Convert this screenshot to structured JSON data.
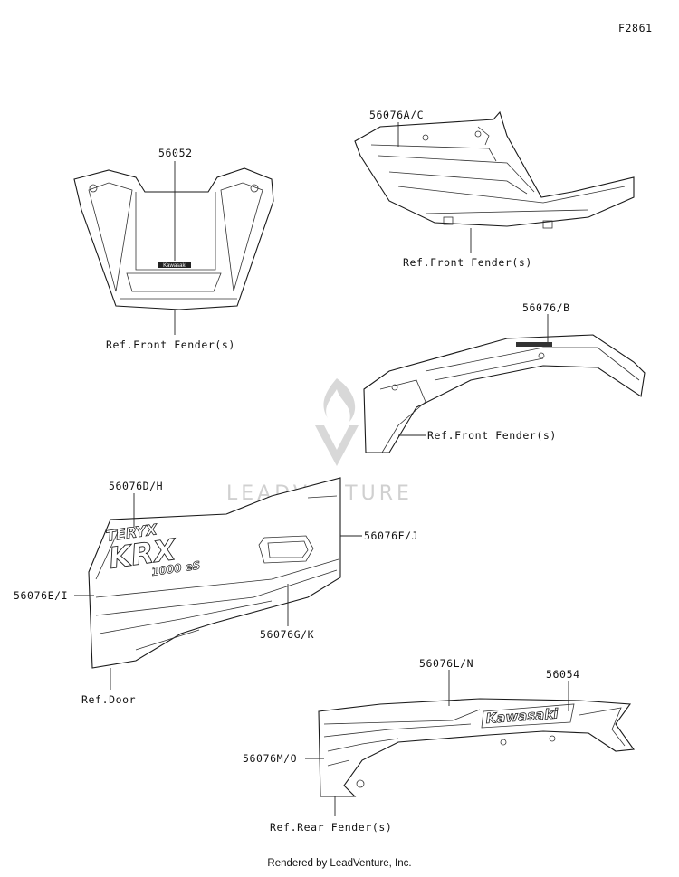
{
  "figure_code": "F2861",
  "watermark": "LEADVENTURE",
  "footer": "Rendered by LeadVenture, Inc.",
  "callouts": {
    "p56052": "56052",
    "p56076ac": "56076A/C",
    "p56076b": "56076/B",
    "p56076dh": "56076D/H",
    "p56076fj": "56076F/J",
    "p56076ei": "56076E/I",
    "p56076gk": "56076G/K",
    "p56076ln": "56076L/N",
    "p56054": "56054",
    "p56076mo": "56076M/O"
  },
  "references": {
    "front_fender_1": "Ref.Front Fender(s)",
    "front_fender_2": "Ref.Front Fender(s)",
    "front_fender_3": "Ref.Front Fender(s)",
    "door": "Ref.Door",
    "rear_fender": "Ref.Rear Fender(s)"
  },
  "decal_text": {
    "hood_badge": "Kawasaki",
    "door_teryx": "TERYX",
    "door_krx": "KRX",
    "door_model": "1000 eS",
    "rear_badge": "Kawasaki"
  }
}
